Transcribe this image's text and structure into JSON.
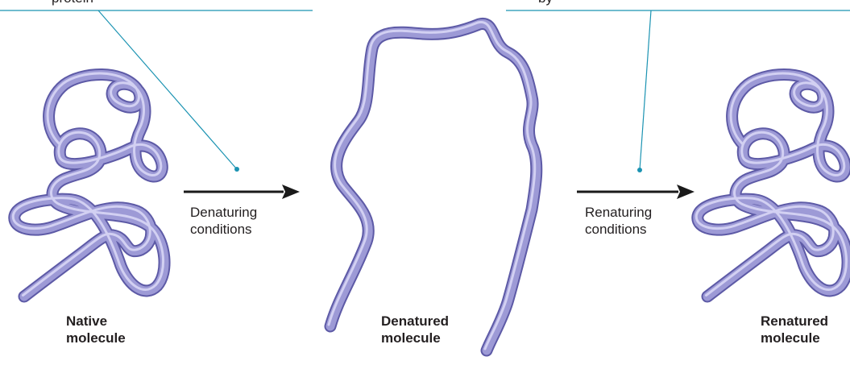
{
  "top_texts": {
    "left": "protein",
    "right": "by"
  },
  "steps": {
    "denature_label_1": "Denaturing",
    "denature_label_2": "conditions",
    "renature_label_1": "Renaturing",
    "renature_label_2": "conditions"
  },
  "molecules": {
    "native_1": "Native",
    "native_2": "molecule",
    "denatured_1": "Denatured",
    "denatured_2": "molecule",
    "renatured_1": "Renatured",
    "renatured_2": "molecule"
  },
  "colors": {
    "tube_fill": "#9d9ad6",
    "tube_edge": "#5d5aa6",
    "tube_highlight": "#d2d0f2",
    "callout_line": "#1b93b2",
    "arrow": "#1a1a1a",
    "text": "#231f20"
  }
}
